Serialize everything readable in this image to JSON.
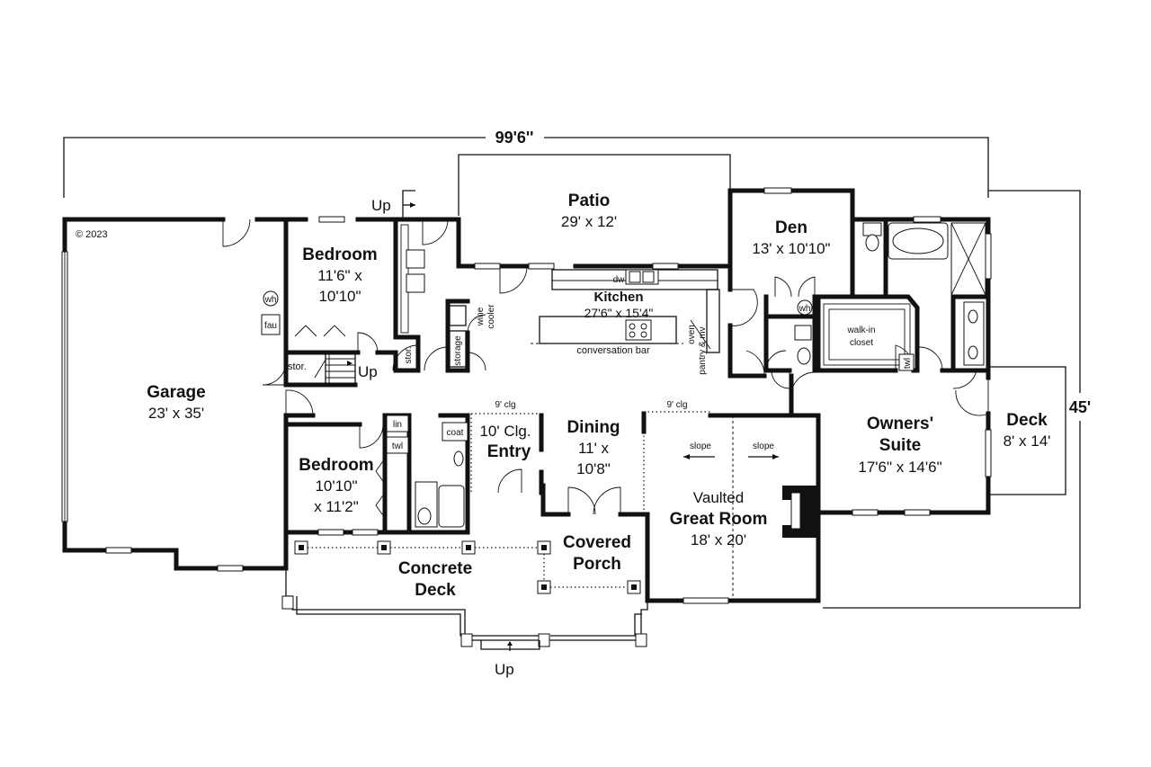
{
  "copyright": "© 2023",
  "overall_width": "99'6''",
  "overall_depth": "45'",
  "rooms": {
    "garage": {
      "name": "Garage",
      "size": "23' x 35'"
    },
    "bedroom1": {
      "name": "Bedroom",
      "size_line1": "11'6\" x",
      "size_line2": "10'10\""
    },
    "bedroom2": {
      "name": "Bedroom",
      "size_line1": "10'10\"",
      "size_line2": "x 11'2\""
    },
    "patio": {
      "name": "Patio",
      "size": "29' x 12'"
    },
    "kitchen": {
      "name": "Kitchen",
      "size": "27'6\" x 15'4\""
    },
    "den": {
      "name": "Den",
      "size": "13' x 10'10\""
    },
    "entry": {
      "name_line1": "10' Clg.",
      "name_line2": "Entry"
    },
    "dining": {
      "name": "Dining",
      "size_line1": "11' x",
      "size_line2": "10'8\""
    },
    "great_room": {
      "name_line1": "Vaulted",
      "name_line2": "Great Room",
      "size": "18' x 20'"
    },
    "owners_suite": {
      "name_line1": "Owners'",
      "name_line2": "Suite",
      "size": "17'6\" x 14'6\""
    },
    "deck": {
      "name": "Deck",
      "size": "8' x 14'"
    },
    "covered_porch": {
      "name_line1": "Covered",
      "name_line2": "Porch"
    },
    "concrete_deck": {
      "name_line1": "Concrete",
      "name_line2": "Deck"
    }
  },
  "labels": {
    "up_patio": "Up",
    "up_stair": "Up",
    "up_front": "Up",
    "wh_garage": "wh",
    "fau": "fau",
    "stor_stair": "stor.",
    "stor_hall": "stor.",
    "storage": "storage",
    "wine_cooler_1": "wine",
    "wine_cooler_2": "cooler",
    "dw": "dw",
    "conversation_bar": "conversation bar",
    "oven_1": "oven",
    "oven_2": "pantry & mv",
    "wh_den": "wh",
    "walk_in_1": "walk-in",
    "walk_in_2": "closet",
    "twl_suite": "twl",
    "lin": "lin",
    "twl_bath": "twl",
    "coat": "coat",
    "clg_entry": "9' clg",
    "clg_great": "9' clg",
    "slope_left": "slope",
    "slope_right": "slope"
  }
}
